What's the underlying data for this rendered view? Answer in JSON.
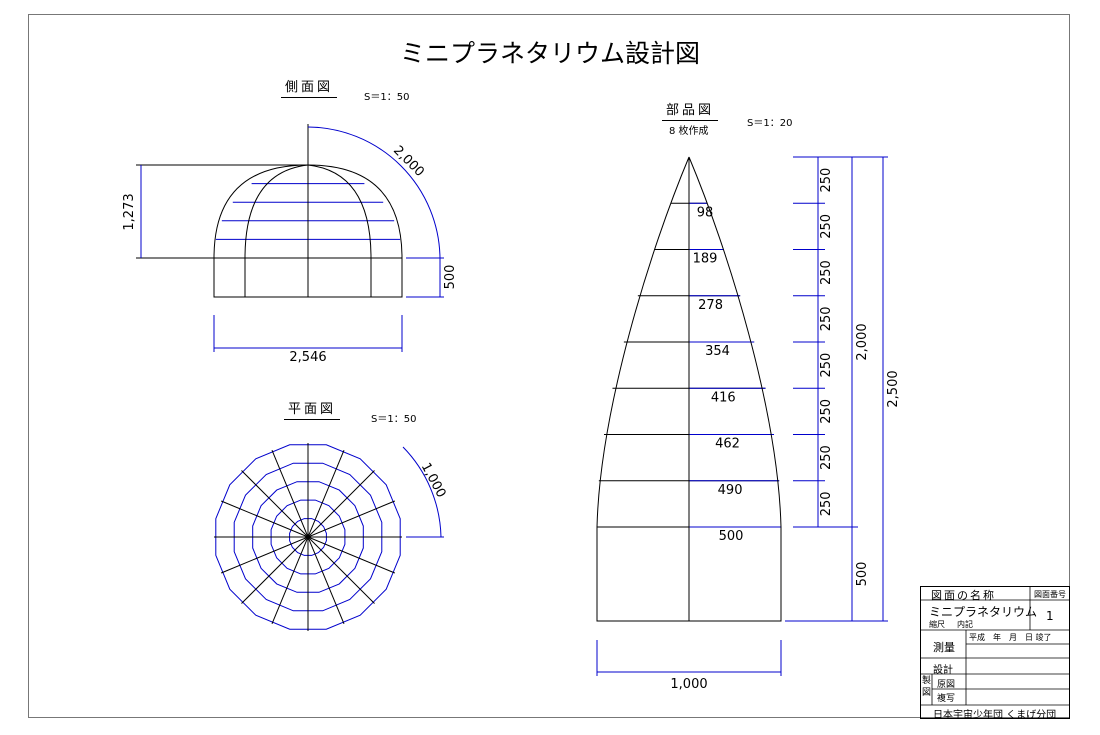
{
  "title": "ミニプラネタリウム設計図",
  "side_view": {
    "label": "側面図",
    "scale": "S＝1：50",
    "dim_height": "1,273",
    "dim_arc": "2,000",
    "dim_wall": "500",
    "dim_width": "2,546"
  },
  "plan_view": {
    "label": "平面図",
    "scale": "S＝1：50",
    "dim_radius": "1,000"
  },
  "parts_view": {
    "label": "部品図",
    "note": "8 枚作成",
    "scale": "S＝1：20",
    "widths": [
      "98",
      "189",
      "278",
      "354",
      "416",
      "462",
      "490",
      "500"
    ],
    "segments": [
      "250",
      "250",
      "250",
      "250",
      "250",
      "250",
      "250",
      "250"
    ],
    "dim_total": "2,000",
    "dim_overall": "2,500",
    "dim_base": "500",
    "dim_width": "1,000"
  },
  "title_block": {
    "header_name": "図面の名称",
    "header_number": "図面番号",
    "drawing_name": "ミニプラネタリウム",
    "drawing_number": "1",
    "scale_label": "縮尺",
    "scale_value": "内記",
    "survey": "測量",
    "date_heading": "平成　年　月　日 竣了",
    "design": "設計",
    "production": "製図",
    "original": "原図",
    "tracing": "複写",
    "organization": "日本宇宙少年団 くまげ分団"
  },
  "colors": {
    "line": "#000000",
    "dimension": "#0000cc"
  }
}
